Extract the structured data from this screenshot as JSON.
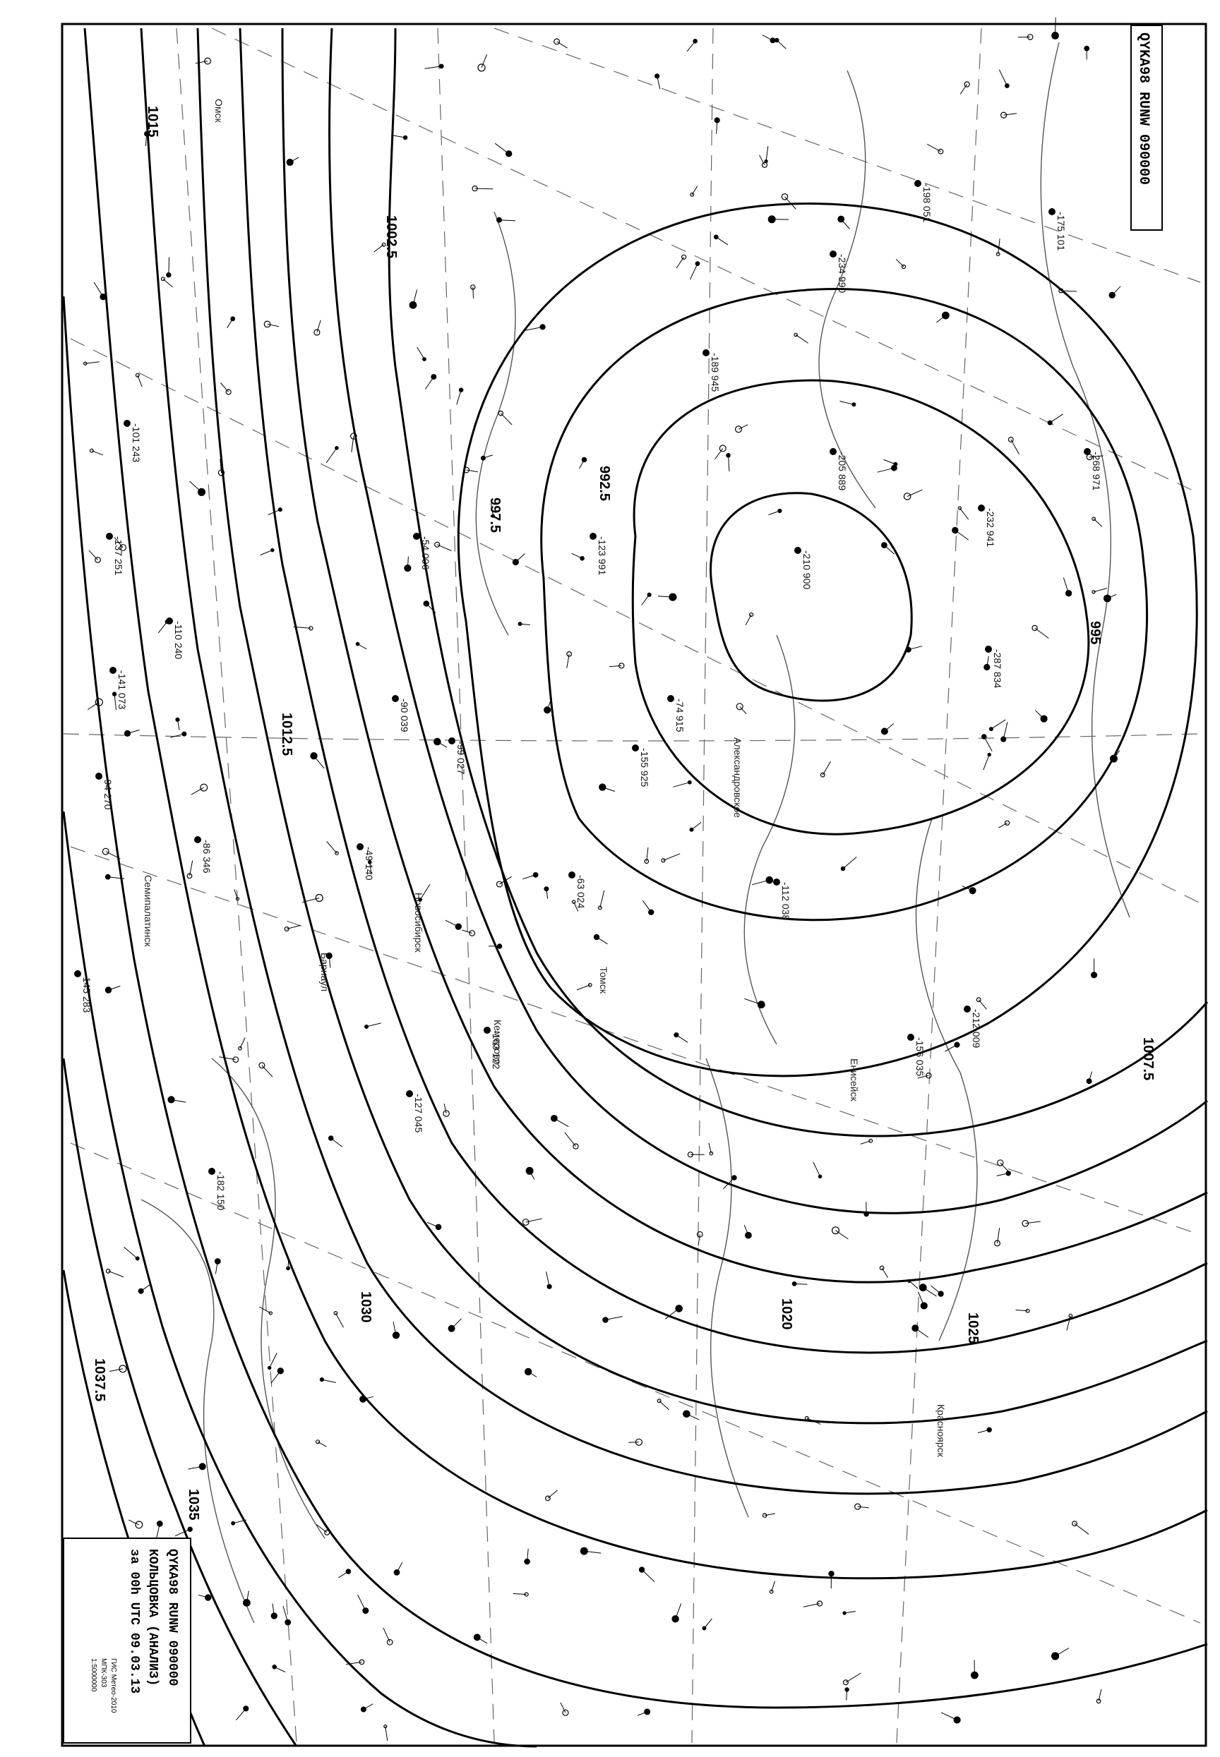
{
  "header": {
    "top_code": "QYKA98 RUNW 090000",
    "bottom_code": "QYKA98 RUNW 090000",
    "title": "КОЛЬЦОВКА (АНАЛИЗ)",
    "subtitle": "за 00h UTC 09.03.13",
    "credit1": "ГИС Метео-2010",
    "credit2": "МПК-303",
    "scale": "1:5000000"
  },
  "isobars": [
    {
      "label": "992.5"
    },
    {
      "label": "995"
    },
    {
      "label": "997.5"
    },
    {
      "label": "1002.5"
    },
    {
      "label": "1007.5"
    },
    {
      "label": "1012.5"
    },
    {
      "label": "1015"
    },
    {
      "label": "1020"
    },
    {
      "label": "1025"
    },
    {
      "label": "1030"
    },
    {
      "label": "1035"
    },
    {
      "label": "1037.5"
    }
  ],
  "places": [
    {
      "name": "Омск"
    },
    {
      "name": "Барнаул"
    },
    {
      "name": "Кемерово"
    },
    {
      "name": "Новосибирск"
    },
    {
      "name": "Томск"
    },
    {
      "name": "Красноярск"
    },
    {
      "name": "Семипалатинск"
    },
    {
      "name": "Александровское"
    },
    {
      "name": "Енисейск"
    }
  ],
  "station_plots": [
    "-198 051",
    "-175 101",
    "-234 990",
    "-210 900",
    "-189 945",
    "-74 915",
    "-99 027",
    "-141 073",
    "-86 346",
    "-63 024",
    "-54 006",
    "-212 009",
    "-156 035",
    "-205 889",
    "-232 941",
    "-287 834",
    "-268 971",
    "-123 991",
    "-163 122",
    "-49 140",
    "-182 150",
    "-94 270",
    "-137 251",
    "-110 240",
    "-127 045",
    "-145 283",
    "-101 243",
    "-90 039",
    "-155 925",
    "-112 038"
  ]
}
